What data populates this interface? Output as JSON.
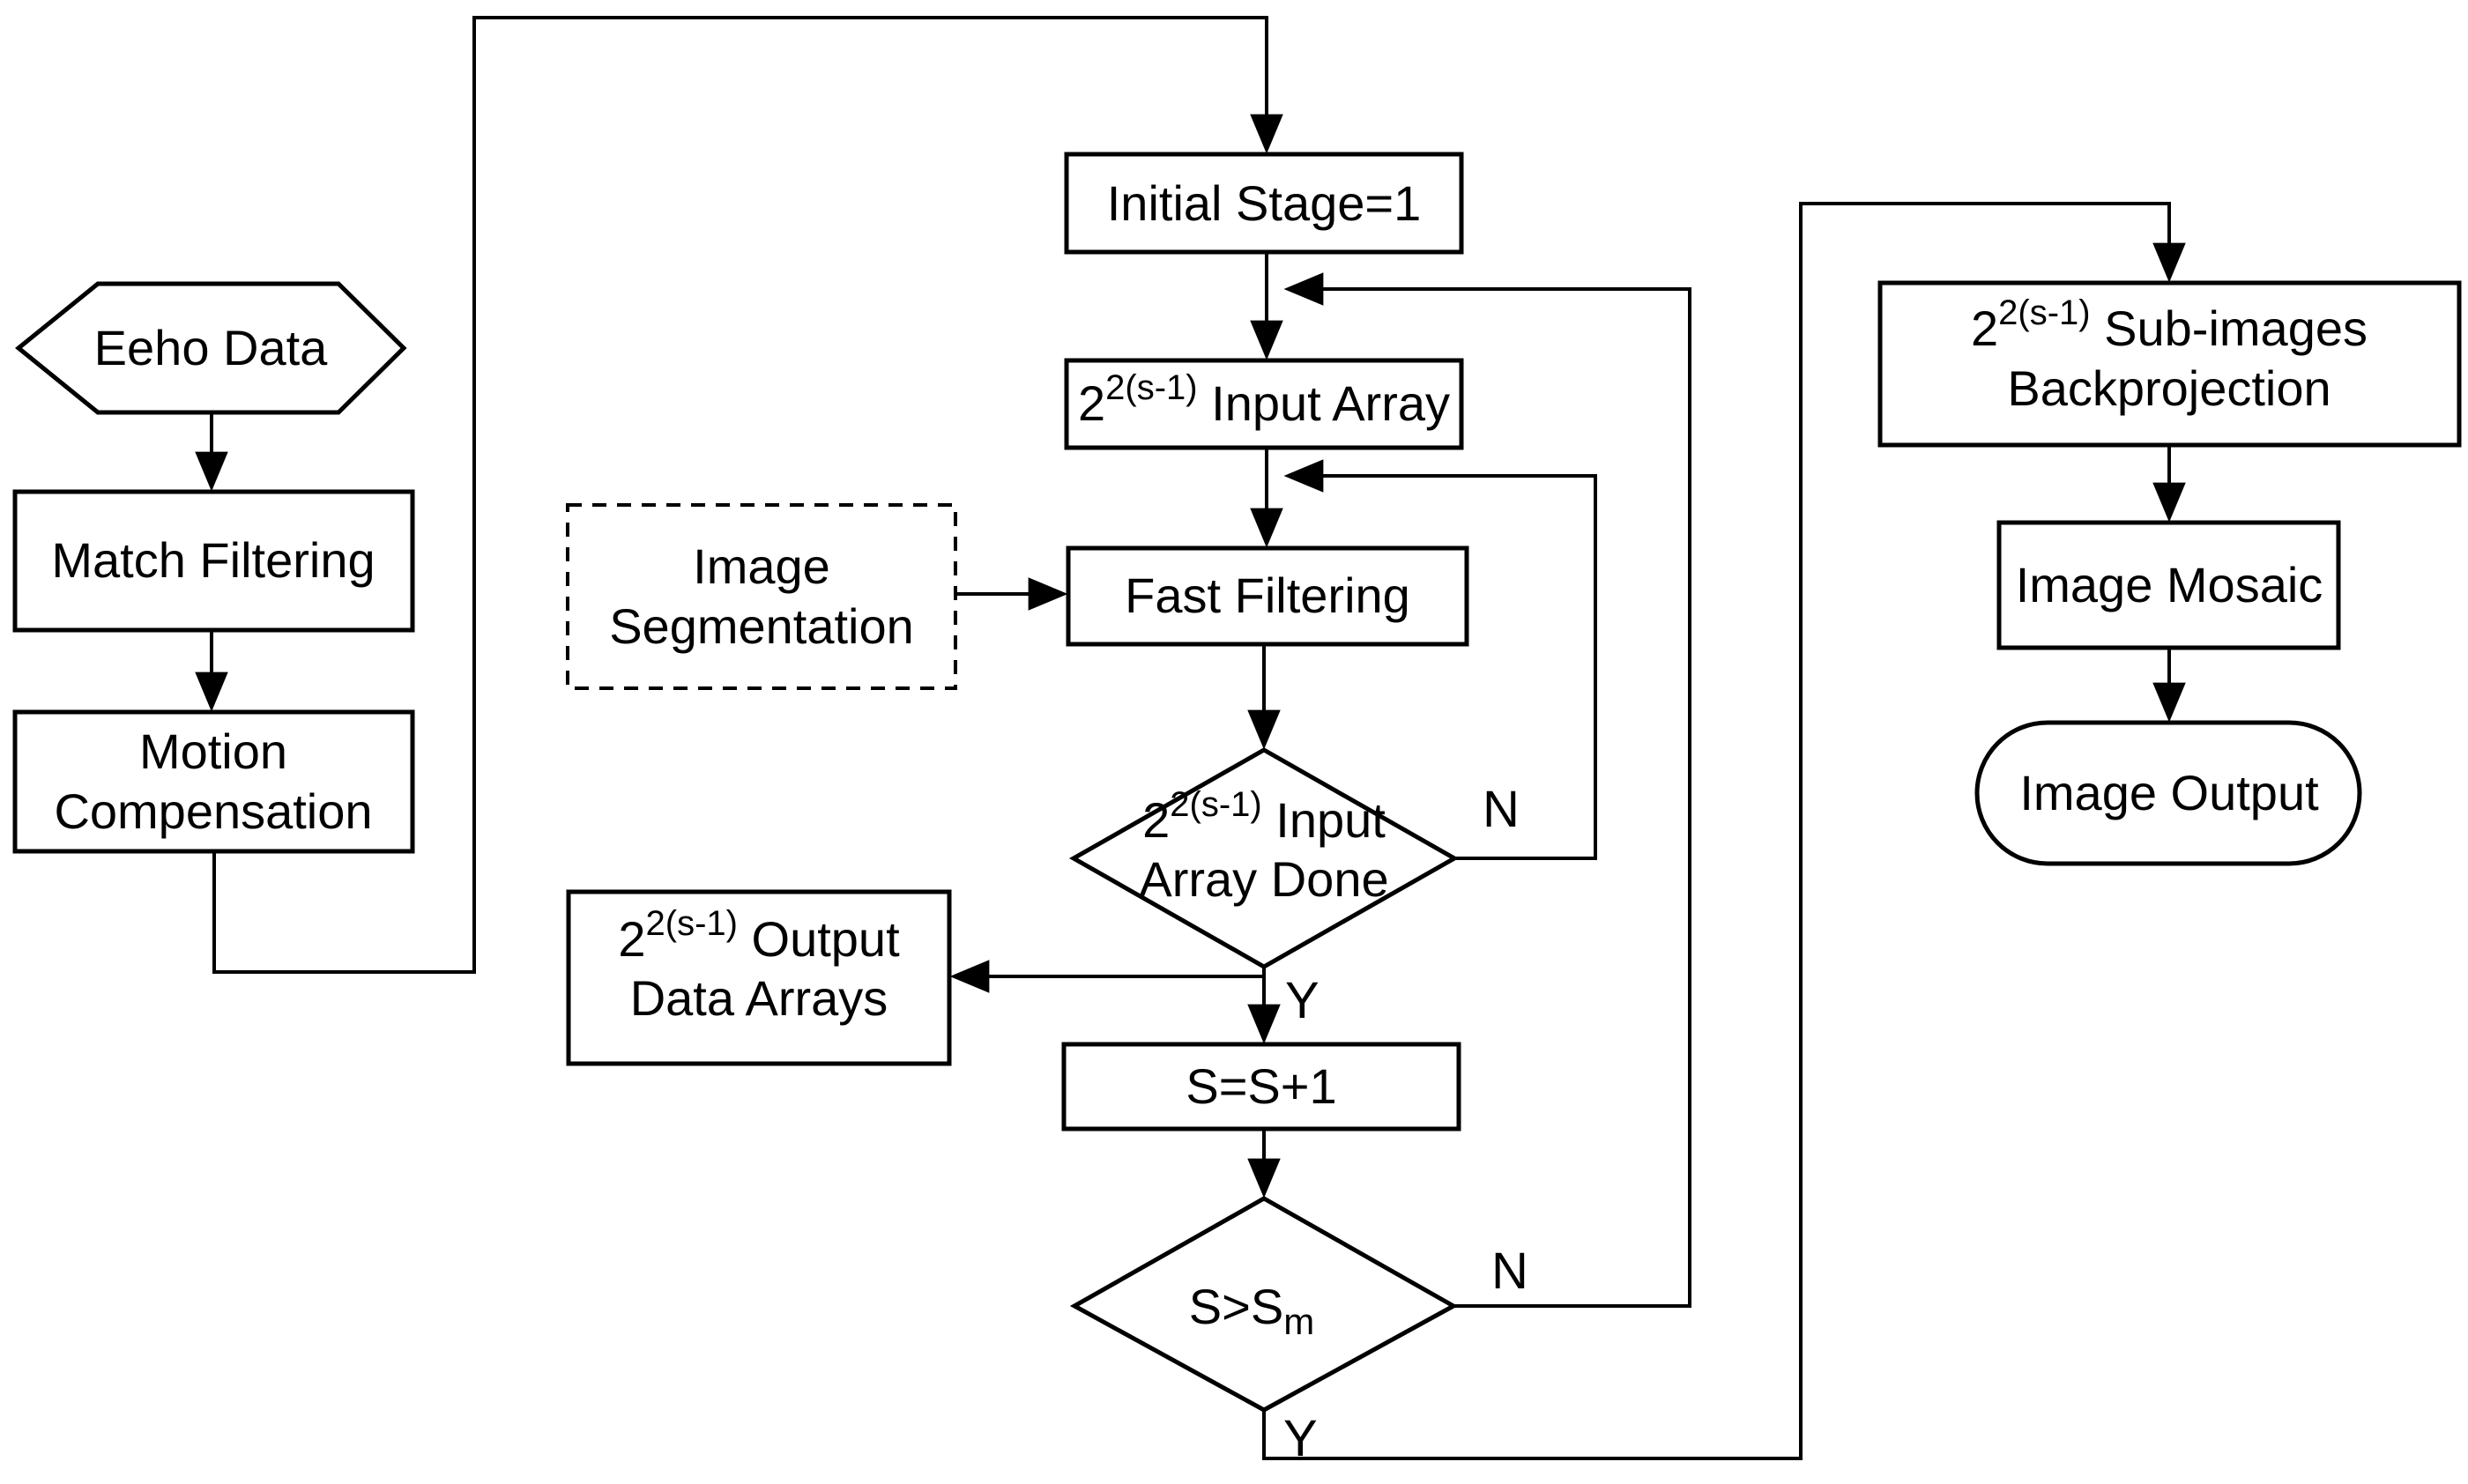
{
  "diagram": {
    "colors": {
      "background": "#ffffff",
      "stroke": "#000000",
      "text": "#000000"
    },
    "nodes": {
      "echo_data": {
        "label": "Eeho Data"
      },
      "match_filtering": {
        "label": "Match Filtering"
      },
      "motion_compensation": {
        "line1": "Motion",
        "line2": "Compensation"
      },
      "initial_stage": {
        "label": "Initial Stage=1"
      },
      "input_array": {
        "pre": "2",
        "sup": "2(s-1)",
        "post": " Input Array"
      },
      "image_segmentation": {
        "line1": "Image",
        "line2": "Segmentation"
      },
      "fast_filtering": {
        "label": "Fast Filtering"
      },
      "input_array_done": {
        "pre": "2",
        "sup": "2(s-1)",
        "post": " Input",
        "line2": "Array Done"
      },
      "output_data_arrays": {
        "pre": "2",
        "sup": "2(s-1)",
        "post": " Output",
        "line2": "Data Arrays"
      },
      "stage_increment": {
        "label": "S=S+1"
      },
      "stage_check": {
        "pre": "S>S",
        "sub": "m"
      },
      "subimages_backprojection": {
        "pre": "2",
        "sup": "2(s-1)",
        "post": " Sub-images",
        "line2": "Backprojection"
      },
      "image_mosaic": {
        "label": "Image Mosaic"
      },
      "image_output": {
        "label": "Image Output"
      }
    },
    "branch_labels": {
      "input_array_done_no": "N",
      "input_array_done_yes": "Y",
      "stage_check_no": "N",
      "stage_check_yes": "Y"
    }
  }
}
